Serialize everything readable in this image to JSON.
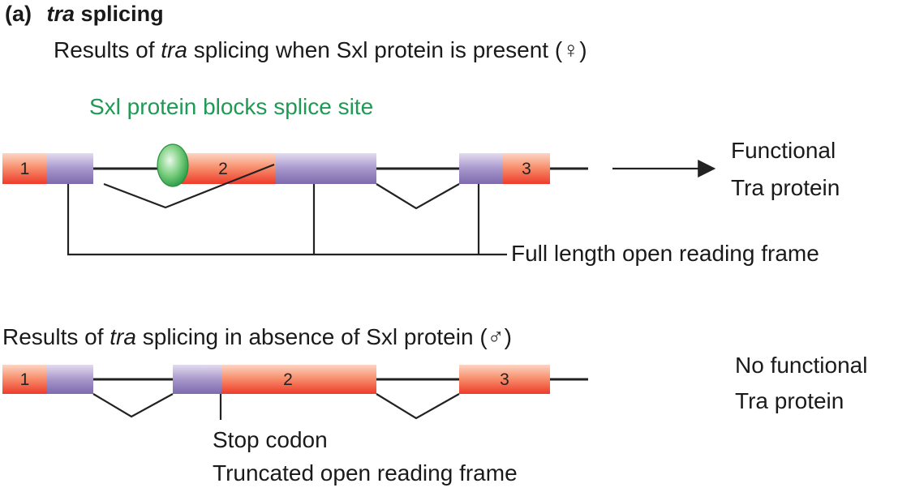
{
  "title": {
    "panel_label": "(a)",
    "gene": "tra",
    "word": "splicing"
  },
  "female": {
    "caption_before": "Results of",
    "caption_gene": "tra",
    "caption_after": "splicing when Sxl protein is present (♀)",
    "sxl_label": "Sxl protein blocks splice site",
    "exon_labels": [
      "1",
      "2",
      "3"
    ],
    "result_line1": "Functional",
    "result_line2": "Tra protein",
    "orf_label": "Full length open reading frame"
  },
  "male": {
    "caption_before": "Results of",
    "caption_gene": "tra",
    "caption_after": "splicing in absence of Sxl protein (♂)",
    "exon_labels": [
      "1",
      "2",
      "3"
    ],
    "result_line1": "No functional",
    "result_line2": "Tra protein",
    "stop_label": "Stop codon",
    "orf_label": "Truncated open reading frame"
  },
  "colors": {
    "exon_red": "#ee3b2a",
    "exon_light": "#fcd5c4",
    "splice_purple": "#8f7bb8",
    "sxl_green": "#2eaa4e",
    "line": "#222222"
  }
}
